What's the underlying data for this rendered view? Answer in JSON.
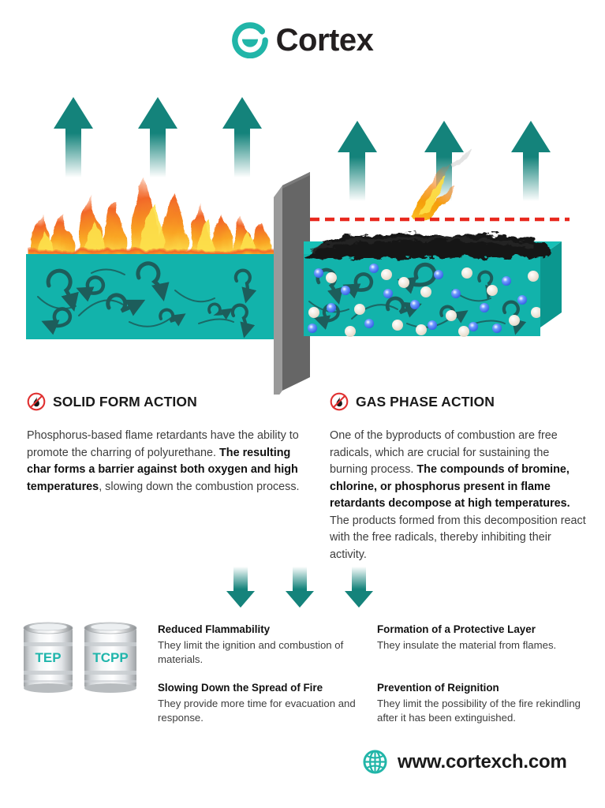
{
  "brand": {
    "name": "Cortex",
    "logo_icon": "cortex-c-logo",
    "accent_color": "#21b5a8"
  },
  "illustration": {
    "left_panel": {
      "label": "burning-untreated-foam",
      "block_color": "#12b3ab",
      "flame_colors": [
        "#f9a01b",
        "#f26322",
        "#fde047"
      ],
      "arrow_count": 3,
      "arrow_color": "#14837b",
      "swirl_color": "#1d5d5b"
    },
    "divider": {
      "label": "gray-wall-divider",
      "face_color": "#666666",
      "edge_color": "#9a9a9a"
    },
    "right_panel": {
      "label": "charred-protected-foam",
      "block_color": "#12b3ab",
      "block_side_color": "#0b978f",
      "char_color": "#1a1a1a",
      "dashed_line_color": "#e8281e",
      "arrow_count": 3,
      "particle_blue": "#3b6cf5",
      "particle_cream": "#ece2d4"
    }
  },
  "sections": [
    {
      "icon": "no-fire-icon",
      "title": "SOLID FORM ACTION",
      "body_html": "Phosphorus-based flame retardants have the ability to promote the charring of polyurethane. <b>The resulting char forms a barrier against both oxygen and high temperatures</b>, slowing down the combustion process."
    },
    {
      "icon": "no-fire-icon",
      "title": "GAS PHASE ACTION",
      "body_html": "One of the byproducts of combustion are free radicals, which are crucial for sustaining the burning process. <b>The compounds of bromine, chlorine, or phosphorus present in flame retardants decompose at high temperatures.</b> The products formed from this decomposition react with the free radicals, thereby inhibiting their activity."
    }
  ],
  "down_arrows": {
    "count": 3,
    "color": "#15837b"
  },
  "barrels": [
    {
      "label": "TEP",
      "label_color": "#1fb5ab"
    },
    {
      "label": "TCPP",
      "label_color": "#1fb5ab"
    }
  ],
  "benefits": [
    {
      "title": "Reduced Flammability",
      "text": "They limit the ignition and combustion of materials."
    },
    {
      "title": "Slowing Down the Spread of Fire",
      "text": "They provide more time for evacuation and response."
    },
    {
      "title": "Formation of a Protective Layer",
      "text": "They insulate the material from flames."
    },
    {
      "title": "Prevention of Reignition",
      "text": "They limit the possibility of the fire rekindling after it has been extinguished."
    }
  ],
  "footer": {
    "icon": "globe-icon",
    "url": "www.cortexch.com",
    "icon_color": "#21b5a8"
  }
}
